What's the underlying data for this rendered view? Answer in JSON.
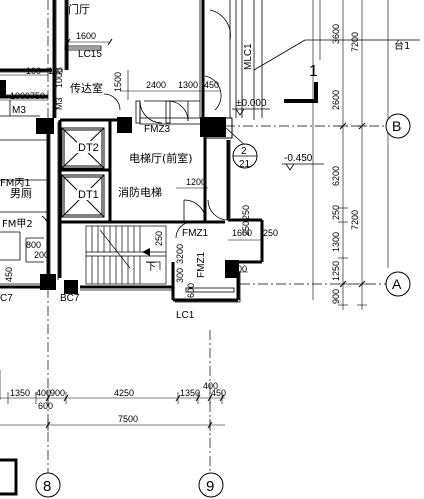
{
  "rooms": {
    "lobby": "门厅",
    "duty_room": "传达室",
    "elevator_hall": "电梯厅(前室)",
    "fire_elevator": "消防电梯",
    "mens_toilet": "男厕",
    "elevator_1": "DT2",
    "elevator_2": "DT1"
  },
  "doors": {
    "fmz3": "FMZ3",
    "fmz1_h": "FMZ1",
    "fmz1_v": "FMZ1",
    "fm_c1": "FM丙1",
    "fm_a2": "FM甲2",
    "m3_a": "M3",
    "m3_b": "M3",
    "lc15": "LC15",
    "mlc1": "MLC1",
    "lc1": "LC1",
    "bc7_a": "BC7",
    "bc7_b": "C7"
  },
  "misc": {
    "platform": "台1",
    "level_a": "±0.000",
    "level_b": "-0.450",
    "detail_num": "2",
    "detail_sheet": "21",
    "section_mark": "1",
    "down_mark": "下"
  },
  "axes": {
    "b": "B",
    "a": "A",
    "n8": "8",
    "n9": "9"
  },
  "dims": {
    "top_1600": "1600",
    "top_100a": "100",
    "top_100b": "100",
    "d_1000": "1000",
    "d_750": "750",
    "d_1000v": "1000",
    "d_1500": "1500",
    "d_2400": "2400",
    "d_1300": "1300",
    "d_450": "450",
    "d_1200": "1200",
    "d_250a": "250",
    "d_250b": "250",
    "d_250c": "250",
    "d_1600m": "1600",
    "d_250d": "250",
    "d_900": "900",
    "d_300": "300",
    "d_3200": "3200",
    "d_600": "600",
    "d_800": "800",
    "d_200": "200",
    "d_450b": "450",
    "r1_3600": "3600",
    "r1_2600": "2600",
    "r1_6200": "6200",
    "r1_250": "250",
    "r1_1300": "1300",
    "r1_1250": "1250",
    "r1_900": "900",
    "r2_7200a": "7200",
    "r2_7200b": "7200",
    "b_1350a": "1350",
    "b_400a": "400",
    "b_900": "900",
    "b_4250": "4250",
    "b_1350b": "1350",
    "b_400b": "400",
    "b_450": "450",
    "b_600": "600",
    "b_7500": "7500"
  }
}
